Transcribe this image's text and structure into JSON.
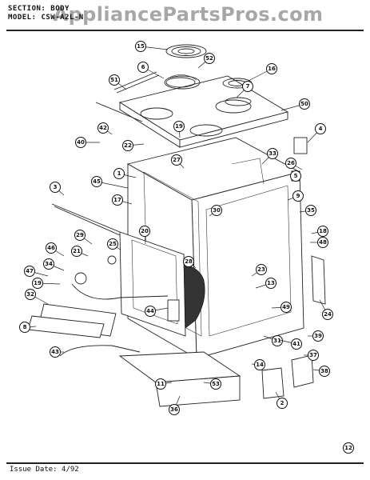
{
  "header": {
    "section_label": "SECTION:",
    "section_value": "BODY",
    "model_label": "MODEL:",
    "model_value": "CSW-A2L-N"
  },
  "watermark": "AppliancePartsPros.com",
  "footer": {
    "issue_label": "Issue Date:",
    "issue_value": "4/92"
  },
  "callouts": [
    "15",
    "52",
    "6",
    "16",
    "51",
    "7",
    "50",
    "42",
    "19",
    "4",
    "40",
    "22",
    "27",
    "26",
    "33",
    "1",
    "45",
    "5",
    "3",
    "17",
    "30",
    "9",
    "35",
    "29",
    "25",
    "20",
    "18",
    "48",
    "46",
    "21",
    "28",
    "23",
    "47",
    "34",
    "19",
    "13",
    "32",
    "44",
    "49",
    "24",
    "8",
    "39",
    "31",
    "41",
    "43",
    "14",
    "37",
    "38",
    "11",
    "53",
    "36",
    "2",
    "12"
  ]
}
